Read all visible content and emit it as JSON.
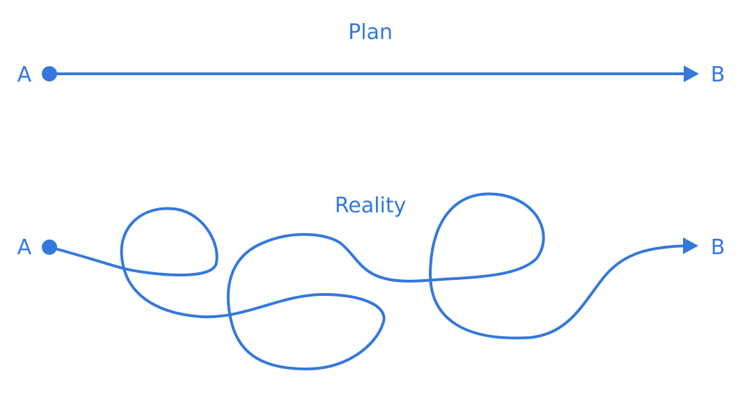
{
  "colors": {
    "accent": "#3478dc",
    "background": "#ffffff"
  },
  "plan": {
    "title": "Plan",
    "start_label": "A",
    "end_label": "B"
  },
  "reality": {
    "title": "Reality",
    "start_label": "A",
    "end_label": "B"
  }
}
